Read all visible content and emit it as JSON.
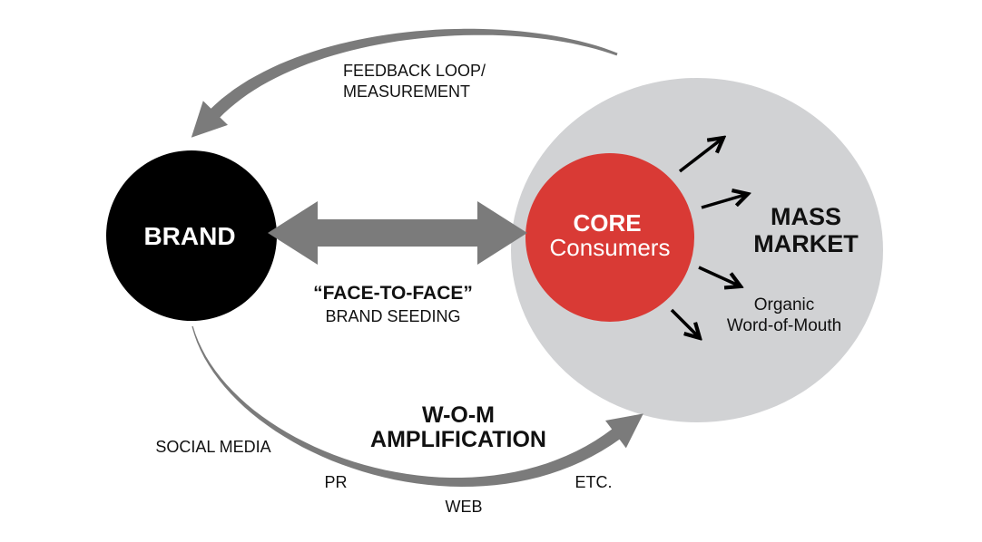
{
  "diagram": {
    "brand": {
      "label": "BRAND"
    },
    "core": {
      "line1": "CORE",
      "line2": "Consumers"
    },
    "mass_market": {
      "line1": "MASS",
      "line2": "MARKET"
    },
    "organic": {
      "line1": "Organic",
      "line2": "Word-of-Mouth"
    },
    "face_to_face": {
      "line1": "“FACE-TO-FACE”",
      "line2": "BRAND SEEDING"
    },
    "feedback": {
      "line1": "FEEDBACK LOOP/",
      "line2": "MEASUREMENT"
    },
    "wom": {
      "line1": "W-O-M",
      "line2": "AMPLIFICATION"
    },
    "channels": {
      "social_media": "SOCIAL MEDIA",
      "pr": "PR",
      "web": "WEB",
      "etc": "ETC."
    }
  },
  "colors": {
    "brand_fill": "#000000",
    "core_fill": "#d93a35",
    "market_fill": "#d1d2d4",
    "arrow_gray": "#7b7b7b",
    "pointer_black": "#000000"
  }
}
